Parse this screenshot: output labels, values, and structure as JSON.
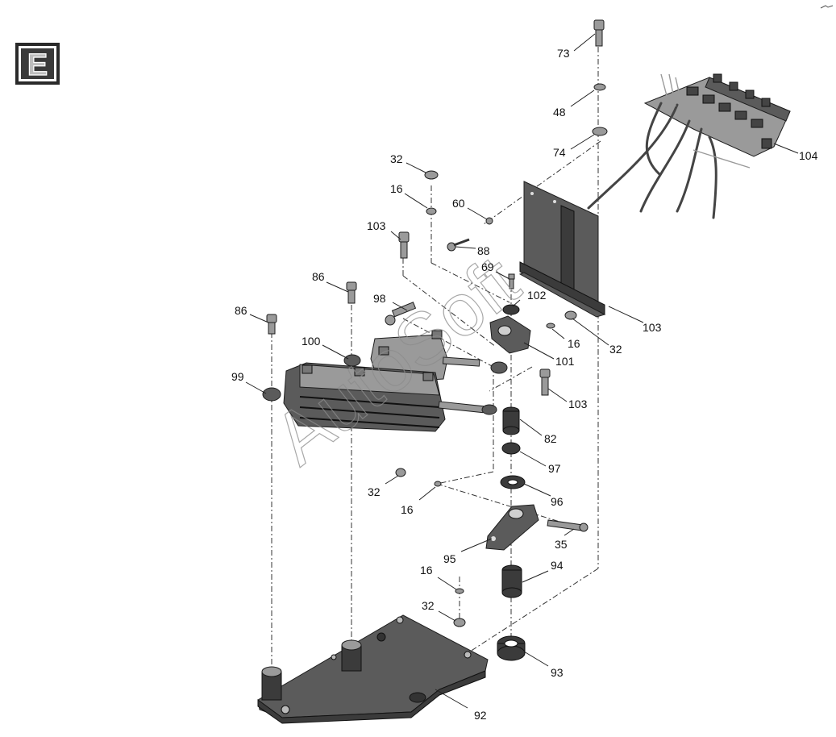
{
  "section_letter": "E",
  "watermark": "AutoSoft",
  "callouts": {
    "c73": "73",
    "c48": "48",
    "c74": "74",
    "c104": "104",
    "c32a": "32",
    "c16a": "16",
    "c60": "60",
    "c103a": "103",
    "c88": "88",
    "c69": "69",
    "c86a": "86",
    "c86b": "86",
    "c98": "98",
    "c102": "102",
    "c103b": "103",
    "c16b": "16",
    "c32b": "32",
    "c100": "100",
    "c101": "101",
    "c99": "99",
    "c103c": "103",
    "c82": "82",
    "c97": "97",
    "c32c": "32",
    "c96": "96",
    "c16c": "16",
    "c35": "35",
    "c95": "95",
    "c94": "94",
    "c16d": "16",
    "c32d": "32",
    "c93": "93",
    "c92": "92"
  }
}
